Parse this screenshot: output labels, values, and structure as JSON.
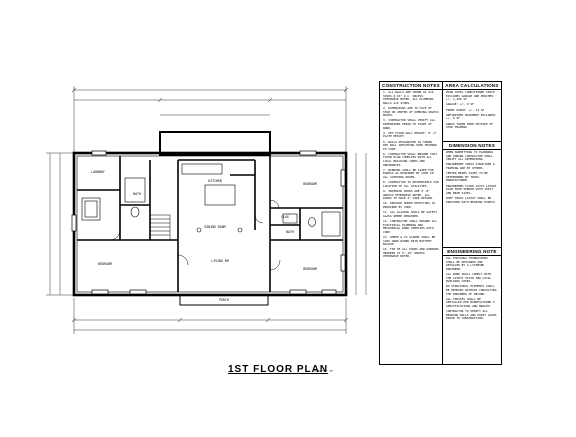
{
  "plan": {
    "title": "1ST FLOOR PLAN",
    "scale": "3/32\"=1'-0\"",
    "rooms": {
      "bedroom_left": "BEDROOM",
      "bedroom_rt1": "BEDROOM",
      "bedroom_rt2": "BEDROOM",
      "laundry": "LAUNDRY",
      "kitchen": "KITCHEN",
      "dining": "DINING ROOM",
      "living": "LIVING RM",
      "bath": "BATH",
      "bath2": "BATH",
      "closet": "CLOS",
      "porch": "PORCH"
    }
  },
  "notes": {
    "construction": {
      "title": "CONSTRUCTION NOTES",
      "items": [
        "1. ALL WALLS ARE SHOWN AS 2x4 STUDS @ 16\" O.C. UNLESS OTHERWISE NOTED. ALL PLUMBING WALLS 2x6 STUDS.",
        "2. DIMENSIONS ARE TO FACE OF STUD OR CENTER OF OPENING UNLESS NOTED.",
        "3. CONTRACTOR SHALL VERIFY ALL DIMENSIONS PRIOR TO START OF WORK.",
        "4. SET FLOOR WALL HEIGHT: 8'-1\" PLATE HEIGHT.",
        "5. WALLS DESIGNATED AS SHOWN. DRY WALL SHEATHING OVER FRAMING TO CODE.",
        "6. CONTRACTOR SHALL ENSURE THAT FLOOR PLAN COMPLIES WITH ALL LOCAL BUILDING CODES AND ORDINANCES.",
        "7. WINDOWS SHALL BE SIZED FOR EGRESS AS REQUIRED BY CODE IN ALL SLEEPING ROOMS.",
        "8. CONTRACTOR IS RESPONSIBLE FOR LOCATION OF ALL UTILITIES.",
        "9. INTERIOR DOORS ARE 2'-8\" UNLESS OTHERWISE NOTED. ALL DOORS TO HAVE 4\" SIDE RETURN.",
        "10. PROVIDE SMOKE DETECTORS AS REQUIRED BY CODE.",
        "11. ALL GLAZING SHALL BE SAFETY GLASS WHERE REQUIRED.",
        "12. CONTRACTOR SHALL ENSURE ALL ELECTRICAL PLUMBING AND MECHANICAL WORK COMPLIES WITH CODE.",
        "13. SMOKE & CO ALARMS SHALL BE 120V HARD WIRED WITH BATTERY BACKUP.",
        "14. TOP OF ALL DOORS AND WINDOWS HEADERS AT 6'-10\" UNLESS OTHERWISE NOTED."
      ]
    },
    "area": {
      "title": "AREA CALCULATIONS",
      "items": [
        "MAIN LEVEL CONDITIONED SPACE EXCLUDES GARAGE AND PORCHES: +/- 1,240 SF",
        "GARAGE: +/- 0 SF",
        "FRONT PORCH: +/- 72 SF",
        "UNFINISHED BASEMENT EXCLUDED: +/- 0 SF",
        "AREAS TAKEN FROM OUTSIDE OF STUD FRAMING"
      ]
    },
    "dimension": {
      "title": "DIMENSION NOTES",
      "items": [
        "WHEN SUBMITTING TO PLANNING AND ZONING CONTRACTOR SHALL VERIFY ALL DIMENSIONS.",
        "ENGINEERED TRUSS STRUCTURE & FRAMING ARE BY OTHERS.",
        "CENTER BEAMS SIZES TO BE DETERMINED BY TRUSS MANUFACTURER.",
        "ENGINEERED FLOOR JOIST LAYOUT PLAN FROM VENDOR WITH JOIST AND BEAM SIZES.",
        "ROOF TRUSS LAYOUT SHALL BE PROVIDED WITH BEARING POINTS."
      ]
    },
    "engineering": {
      "title": "ENGINEERING NOTE",
      "items": [
        "ALL FOOTINGS FOUNDATIONS SHALL BE DESIGNED AND DETAILED BY A LICENSED ENGINEER.",
        "ALL WORK SHALL COMPLY WITH THE LATEST STATE AND LOCAL BUILDING CODES.",
        "NO STRUCTURAL ELEMENTS SHALL BE REMOVED WITHOUT CONSULTING THE ENGINEER OF RECORD.",
        "ALL TRUSSES SHALL BE INSTALLED PER MANUFACTURER'S SPECIFICATIONS AND BRACED.",
        "CONTRACTOR TO VERIFY ALL BEARING WALLS AND POINT LOADS PRIOR TO CONSTRUCTION."
      ]
    }
  }
}
